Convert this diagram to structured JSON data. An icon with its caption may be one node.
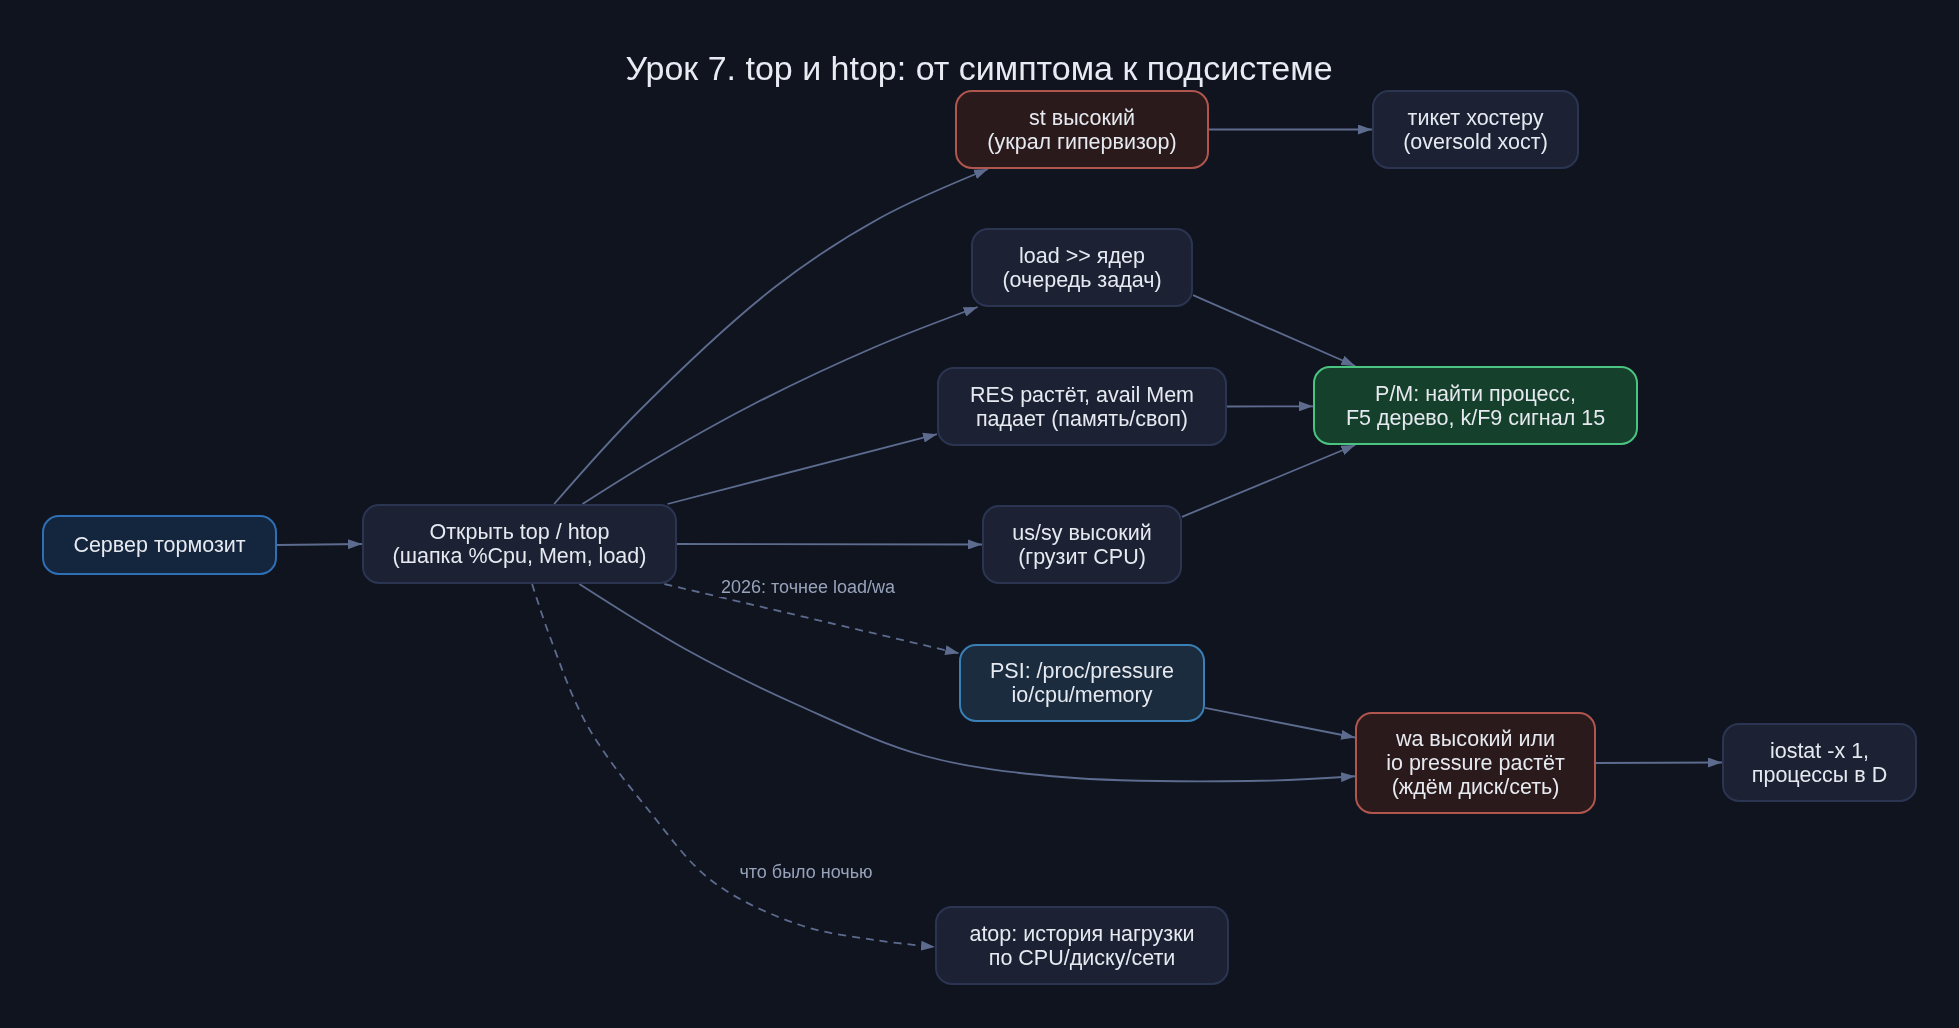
{
  "diagram": {
    "title": "Урок 7. top и htop: от симптома к подсистеме",
    "nodes": [
      {
        "text": [
          "Сервер тормозит"
        ]
      },
      {
        "text": [
          "Открыть top / htop (шапка %Cpu, Mem, load)"
        ]
      },
      {
        "text": [
          "st высокий (украл гипервизор)"
        ]
      },
      {
        "text": [
          "тикет хостеру (oversold хост)"
        ]
      },
      {
        "text": [
          "load >> ядер (очередь задач)"
        ]
      },
      {
        "text": [
          "RES растёт, avail Mem падает (память/своп)"
        ]
      },
      {
        "text": [
          "P/M: найти процесс, F5 дерево, k/F9 сигнал 15"
        ]
      },
      {
        "text": [
          "us/sy высокий (грузит CPU)"
        ]
      },
      {
        "text": [
          "PSI: /proc/pressure io/cpu/memory"
        ]
      },
      {
        "text": [
          "wa высокий или io pressure растёт (ждём диск/сеть)"
        ]
      },
      {
        "text": [
          "iostat -x 1, процессы в D"
        ]
      },
      {
        "text": [
          "atop: история нагрузки по CPU/диску/сети"
        ]
      }
    ],
    "edges": [
      {
        "from": 0,
        "to": 1,
        "arrow": "to"
      },
      {
        "from": 1,
        "to": 2,
        "arrow": "to"
      },
      {
        "from": 2,
        "to": 3,
        "arrow": "to"
      },
      {
        "from": 1,
        "to": 4,
        "arrow": "to"
      },
      {
        "from": 1,
        "to": 5,
        "arrow": "to"
      },
      {
        "from": 1,
        "to": 7,
        "arrow": "to"
      },
      {
        "from": 1,
        "to": 8,
        "arrow": "to",
        "label": "2026: точнее load/wa",
        "style": "dashed"
      },
      {
        "from": 1,
        "to": 9,
        "arrow": "to"
      },
      {
        "from": 1,
        "to": 11,
        "arrow": "to",
        "label": "что было ночью",
        "style": "dashed"
      },
      {
        "from": 4,
        "to": 6,
        "arrow": "to"
      },
      {
        "from": 5,
        "to": 6,
        "arrow": "to"
      },
      {
        "from": 7,
        "to": 6,
        "arrow": "to"
      },
      {
        "from": 8,
        "to": 9,
        "arrow": "to"
      },
      {
        "from": 9,
        "to": 10,
        "arrow": "to"
      }
    ]
  }
}
